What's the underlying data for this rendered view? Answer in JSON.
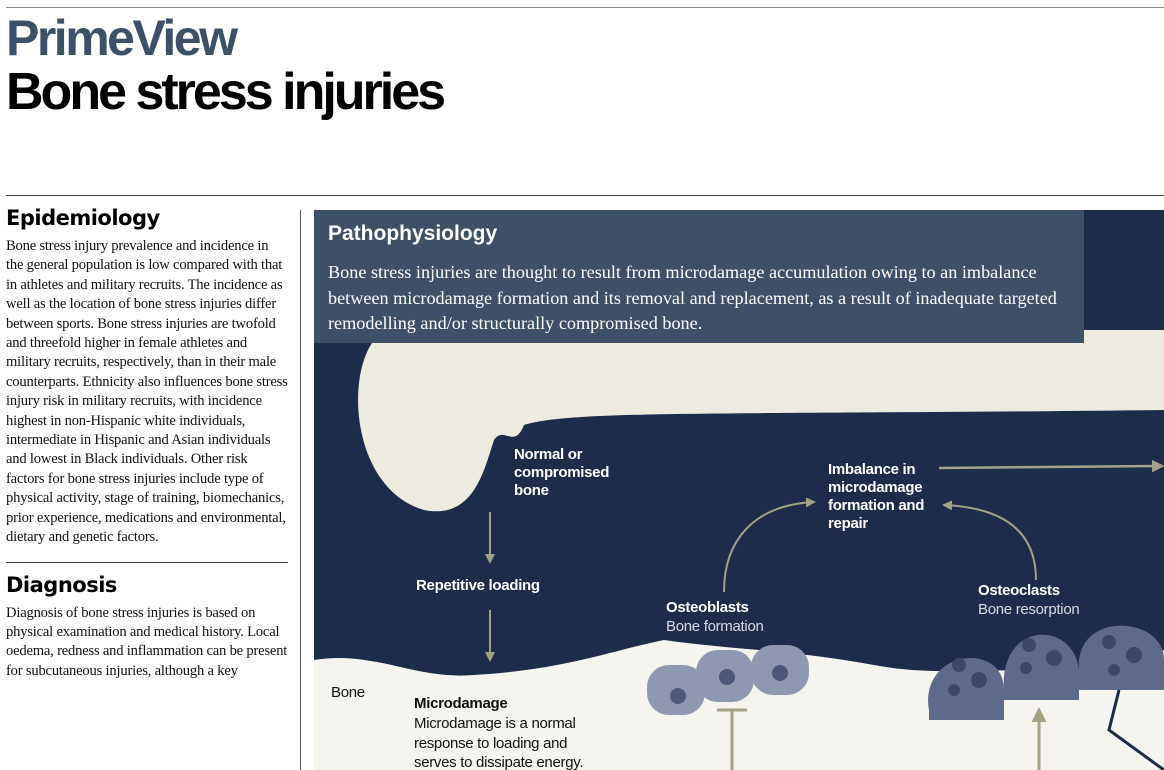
{
  "header": {
    "brand": "PrimeView",
    "title": "Bone stress injuries"
  },
  "epidemiology": {
    "heading": "Epidemiology",
    "text": "Bone stress injury prevalence and incidence in the general population is low compared with that in athletes and military recruits. The incidence as well as the location of bone stress injuries differ between sports. Bone stress injuries are twofold and threefold higher in female athletes and military recruits, respectively, than in their male counterparts. Ethnicity also influences bone stress injury risk in military recruits, with incidence highest in non-Hispanic white individuals, intermediate in Hispanic and Asian individuals and lowest in Black individuals. Other risk factors for bone stress injuries include type of physical activity, stage of training, biomechanics, prior experience, medications and environmental, dietary and genetic factors."
  },
  "diagnosis": {
    "heading": "Diagnosis",
    "text": "Diagnosis of bone stress injuries is based on physical examination and medical history. Local oedema, redness and inflammation can be present for subcutaneous injuries, although a key"
  },
  "pathophysiology": {
    "heading": "Pathophysiology",
    "intro": "Bone stress injuries are thought to result from microdamage accumulation owing to an imbalance between microdamage formation and its removal and replacement, as a result of inadequate targeted remodelling and/or structurally compromised bone.",
    "labels": {
      "normal_bone": "Normal or compromised bone",
      "repetitive_loading": "Repetitive loading",
      "imbalance": "Imbalance in microdamage formation and repair",
      "osteoblasts": "Osteoblasts",
      "bone_formation": "Bone formation",
      "osteoclasts": "Osteoclasts",
      "bone_resorption": "Bone resorption",
      "bone": "Bone",
      "microdamage": "Microdamage",
      "microdamage_text": "Microdamage is a normal response to loading and serves to dissipate energy."
    },
    "colors": {
      "background": "#1d2c4a",
      "header": "#3e5068",
      "bone": "#edebdf",
      "arrow": "#a3a287",
      "cell": "#8e98b0"
    }
  }
}
